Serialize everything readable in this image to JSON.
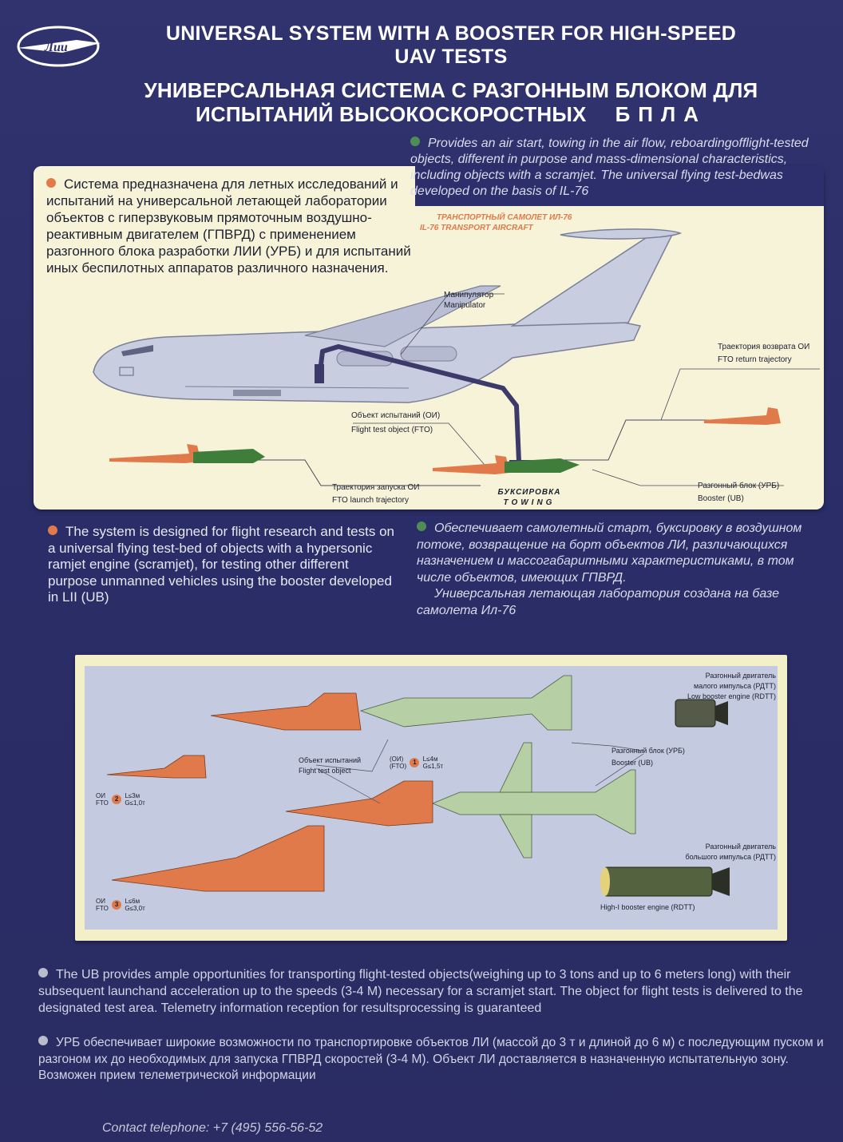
{
  "header": {
    "title_en_line1": "UNIVERSAL SYSTEM WITH A BOOSTER FOR HIGH-SPEED",
    "title_en_line2": "UAV TESTS",
    "title_ru_line1": "УНИВЕРСАЛЬНАЯ СИСТЕМА С РАЗГОННЫМ БЛОКОМ ДЛЯ",
    "title_ru_line2a": "ИСПЫТАНИЙ ВЫСОКОСКОРОСТНЫХ",
    "title_ru_line2b": "БПЛА",
    "logo_icon": "lii-airplane-logo-icon",
    "logo_text": "Лии"
  },
  "provides_en": "Provides an air start, towing in the air flow, reboardingofflight-tested objects, different in purpose and mass-dimensional characteristics, including objects with a scramjet. The universal flying test-bedwas developed on the basis of IL-76",
  "system_ru": "Система предназначена для летных исследований и испытаний на универсальной летающей лаборатории объектов с гиперзвуковым прямоточным воздушно-реактивным двигателем (ГПВРД) с применением разгонного блока разработки ЛИИ (УРБ) и для испытаний иных беспилотных аппаратов различного назначения.",
  "top_diagram": {
    "aircraft_ru": "ТРАНСПОРТНЫЙ САМОЛЕТ ИЛ-76",
    "aircraft_en": "IL-76 TRANSPORT AIRCRAFT",
    "manipulator_ru": "Манипулятор",
    "manipulator_en": "Manipulator",
    "return_ru": "Траектория возврата ОИ",
    "return_en": "FTO return trajectory",
    "fto_ru": "Объект испытаний (ОИ)",
    "fto_en": "Flight test object (FTO)",
    "launch_ru": "Траектория запуска ОИ",
    "launch_en": "FTO launch trajectory",
    "towing_ru": "БУКСИРОВКА",
    "towing_en": "TOWING",
    "booster_ru": "Разгонный блок (УРБ)",
    "booster_en": "Booster (UB)"
  },
  "system_en": "The system is designed for flight research and tests on a universal flying test-bed of objects with a hypersonic ramjet engine (scramjet), for testing other different purpose unmanned vehicles using the booster developed in LII (UB)",
  "provides_ru_p1": "Обеспечивает самолетный старт, буксировку в воздушном потоке, возвращение на борт объектов ЛИ, различающихся назначением и массогабаритными характеристиками, в том числе объектов, имеющих ГПВРД.",
  "provides_ru_p2": "Универсальная летающая лаборатория создана на базе самолета Ил-76",
  "bottom_diagram": {
    "low_engine_ru_1": "Разгонный двигатель",
    "low_engine_ru_2": "малого импульса (РДТТ)",
    "low_engine_en": "Low booster engine (RDTT)",
    "booster_ru": "Разгонный блок (УРБ)",
    "booster_en": "Booster (UB)",
    "fto_ru": "Объект испытаний",
    "fto_en": "Flight test object",
    "high_engine_ru_1": "Разгонный двигатель",
    "high_engine_ru_2": "большого импульса (РДТТ)",
    "high_engine_en": "High-I booster engine (RDTT)",
    "badge1_label": "(ОИ)",
    "badge1_label2": "(FTO)",
    "badge1_num": "1",
    "badge1_l": "L≤4м",
    "badge1_g": "G≤1,5т",
    "badge2_label": "ОИ",
    "badge2_label2": "FTO",
    "badge2_num": "2",
    "badge2_l": "L≤3м",
    "badge2_g": "G≤1,0т",
    "badge3_label": "ОИ",
    "badge3_label2": "FTO",
    "badge3_num": "3",
    "badge3_l": "L≤6м",
    "badge3_g": "G≤3,0т"
  },
  "ub_en": "The UB provides ample opportunities for transporting flight-tested objects(weighing up to 3 tons and up to 6 meters long) with their subsequent launchand acceleration up to the speeds (3-4 M) necessary for a scramjet start. The object for flight tests is delivered to the designated test area. Telemetry information reception for resultsprocessing is guaranteed",
  "ub_ru": "УРБ обеспечивает широкие возможности по транспортировке объектов ЛИ (массой до 3 т и длиной до 6 м) с последующим пуском и разгоном их до необходимых для запуска ГПВРД скоростей (3-4 М). Объект ЛИ доставляется в назначенную испытательную зону. Возможен прием телеметрической информации",
  "contact": "Contact telephone: +7 (495) 556-56-52",
  "colors": {
    "background": "#2d2f6c",
    "panel": "#f6f3d9",
    "fto_orange": "#e07a4a",
    "booster_green": "#3f7d3b",
    "aircraft_grey": "#c9cde0"
  }
}
